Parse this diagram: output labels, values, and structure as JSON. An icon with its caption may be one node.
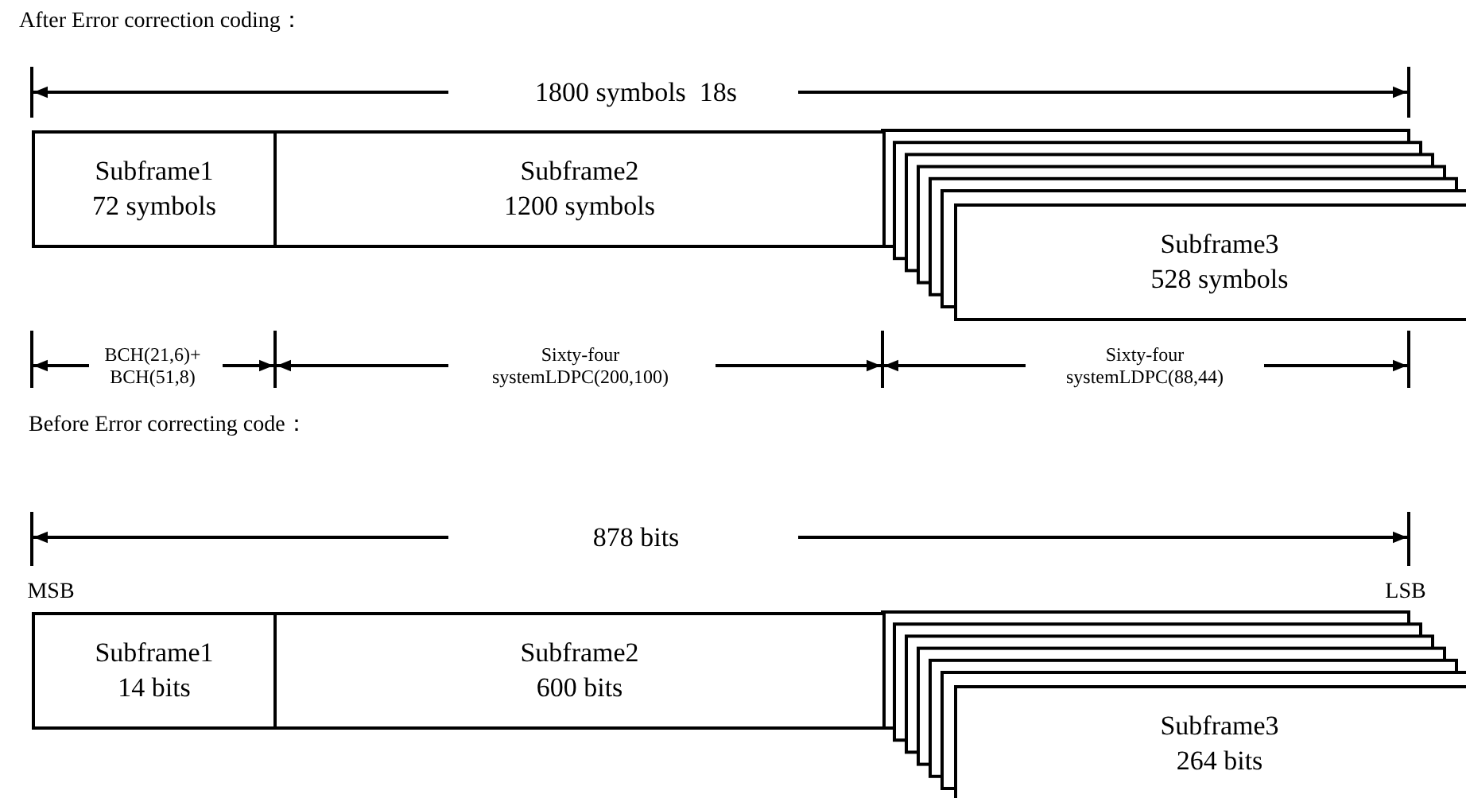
{
  "diagram": {
    "nodes": [
      {
        "text": [
          "Subframe1 72 symbols"
        ]
      },
      {
        "text": [
          "Subframe2 1200 symbols"
        ]
      },
      {
        "text": [
          "Subframe3 528 symbols"
        ]
      },
      {
        "text": [
          "Subframe1 14 bits"
        ]
      },
      {
        "text": [
          "Subframe2 600 bits"
        ]
      },
      {
        "text": [
          "Subframe3 264 bits"
        ]
      }
    ],
    "labels": [
      "After Error correction coding：",
      "1800 symbols  18s",
      "BCH(21,6)+ BCH(51,8)",
      "Sixty-four systemLDPC(200,100)",
      "Sixty-four systemLDPC(88,44)",
      "Before Error correcting code：",
      "878 bits",
      "MSB",
      "LSB"
    ]
  }
}
